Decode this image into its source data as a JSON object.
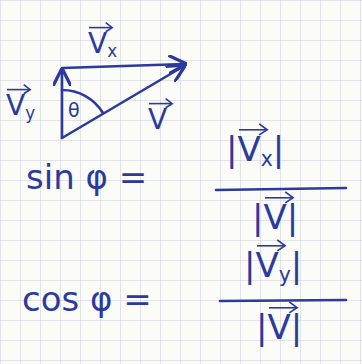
{
  "diagram": {
    "labels": [
      "Vx",
      "Vy",
      "V",
      "θ",
      "sin φ =",
      "|Vx|",
      "|V|",
      "cos φ =",
      "|Vy|",
      "|V|"
    ]
  }
}
